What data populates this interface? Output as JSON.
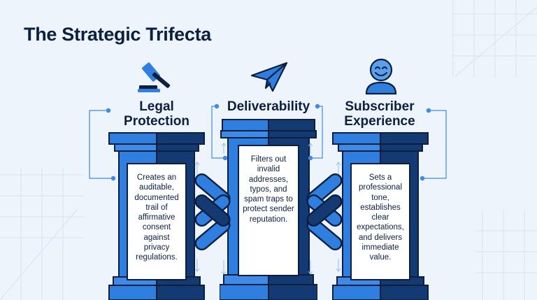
{
  "title": "The Strategic Trifecta",
  "pillars": [
    {
      "label_line1": "Legal",
      "label_line2": "Protection",
      "icon": "gavel-icon",
      "description": "Creates an auditable, documented trail of affirmative consent against privacy regulations."
    },
    {
      "label_line1": "Deliverability",
      "label_line2": "",
      "icon": "paper-plane-icon",
      "description": "Filters out invalid addresses, typos, and spam traps to protect sender reputation."
    },
    {
      "label_line1": "Subscriber",
      "label_line2": "Experience",
      "icon": "smiley-face-icon",
      "description": "Sets a professional tone, establishes clear expectations, and delivers immediate value."
    }
  ],
  "colors": {
    "dark_navy": "#0c1f3f",
    "pillar_blue": "#2f7fe0",
    "pillar_dark": "#143a74",
    "accent_blue": "#3e8ae6",
    "background": "#eef4fb"
  }
}
